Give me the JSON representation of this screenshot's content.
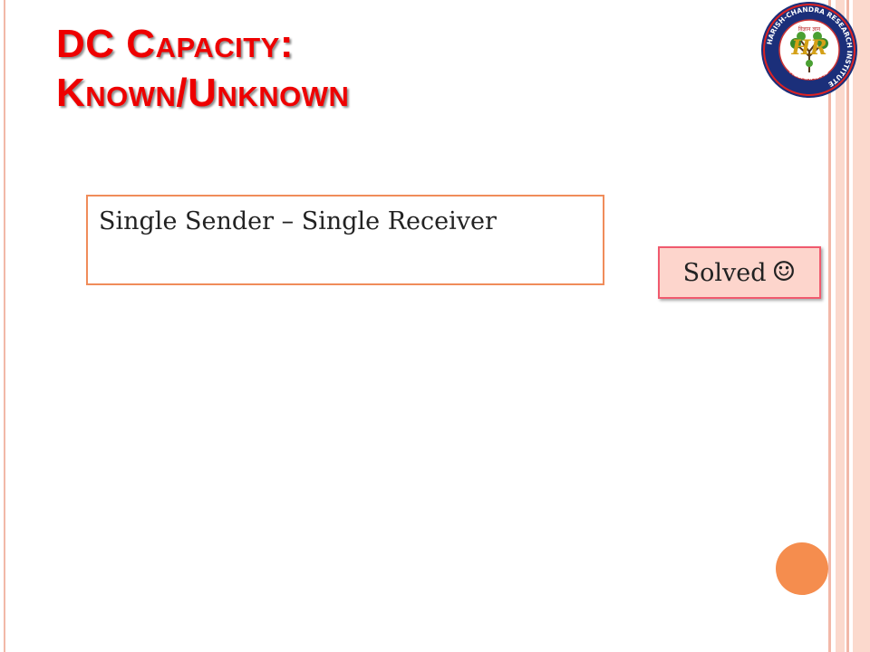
{
  "slide": {
    "title_line1": "DC Capacity:",
    "title_line2": "Known/Unknown",
    "content_text": "Single Sender – Single Receiver",
    "badge_text": "Solved",
    "badge_icon": "smiley-icon",
    "logo": {
      "ring_text": "HARISH-CHANDRA RESEARCH INSTITUTE",
      "bottom_text": "ALLAHABAD",
      "monogram": "HR",
      "inner_text": "विज्ञान ज्ञान"
    }
  },
  "colors": {
    "title": "#ee0000",
    "box_border": "#f08c5a",
    "badge_fill": "#fdd5cc",
    "badge_border": "#f05a6e",
    "accent_circle": "#f58d4e",
    "stripe": "#fbd9cd"
  }
}
